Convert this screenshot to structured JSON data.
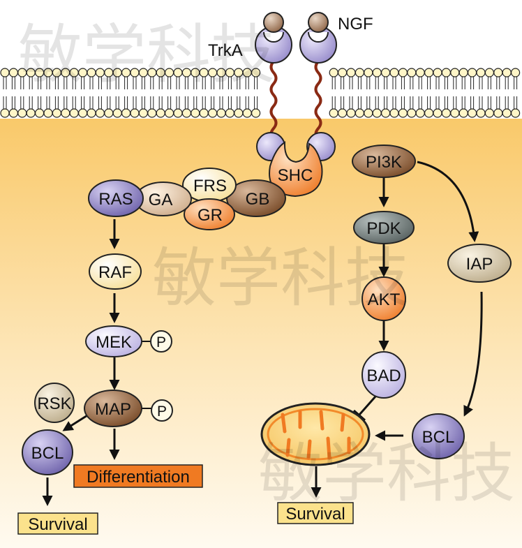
{
  "labels": {
    "ngf": "NGF",
    "trka": "TrkA",
    "shc": "SHC",
    "ras": "RAS",
    "ga": "GA",
    "frs": "FRS",
    "gr": "GR",
    "gb": "GB",
    "raf": "RAF",
    "mek": "MEK",
    "p1": "P",
    "rsk": "RSK",
    "map": "MAP",
    "p2": "P",
    "bcl_left": "BCL",
    "differentiation": "Differentiation",
    "survival_left": "Survival",
    "pi3k": "PI3K",
    "pdk": "PDK",
    "akt": "AKT",
    "bad": "BAD",
    "iap": "IAP",
    "bcl_right": "BCL",
    "survival_right": "Survival"
  },
  "watermark": "敏学科技",
  "colors": {
    "cytoplasm_top": "#f9c96a",
    "cytoplasm_bottom": "#fffaf0",
    "lipid_head": "#fff6c8",
    "receptor": "#b9b0dc",
    "ligand": "#a0785a",
    "orange": "#f07f2c",
    "brown": "#7a4a25",
    "survival_box": "#fbe28c",
    "differentiation_box": "#f07a22"
  }
}
